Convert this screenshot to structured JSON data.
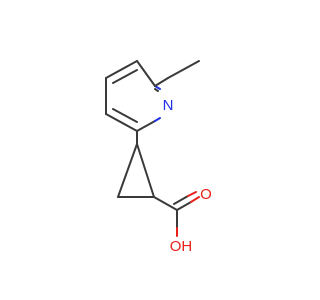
{
  "molecule": {
    "atoms": {
      "nitrogen": {
        "symbol": "N",
        "color": "#2130e8"
      },
      "oxygen_oh": {
        "symbol": "OH",
        "color": "#e8221b"
      },
      "oxygen_carbonyl": {
        "symbol": "O",
        "color": "#e8221b"
      }
    },
    "bond_color": "#3a3a3a"
  }
}
